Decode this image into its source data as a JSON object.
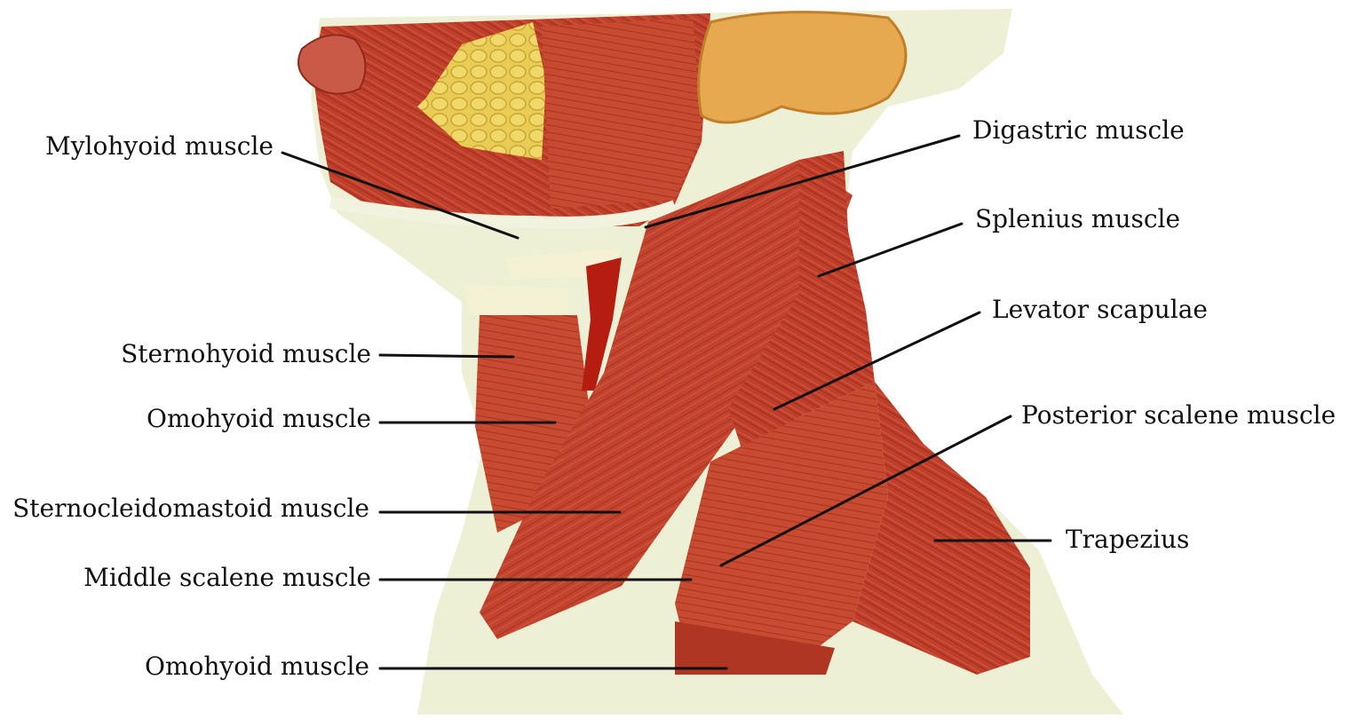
{
  "colors": {
    "muscle": "#c2442e",
    "muscle_dark": "#8f2a1a",
    "fascia": "#eef0d6",
    "fat": "#e8cc55",
    "ear": "#e7a94f",
    "line": "#111111"
  },
  "labels_left": [
    {
      "id": "mylohyoid",
      "text": "Mylohyoid muscle"
    },
    {
      "id": "sternohyoid",
      "text": "Sternohyoid muscle"
    },
    {
      "id": "omohyoid-upper",
      "text": "Omohyoid muscle"
    },
    {
      "id": "sternocleidomastoid",
      "text": "Sternocleidomastoid muscle"
    },
    {
      "id": "middle-scalene",
      "text": "Middle scalene muscle"
    },
    {
      "id": "omohyoid-lower",
      "text": "Omohyoid muscle"
    }
  ],
  "labels_right": [
    {
      "id": "digastric",
      "text": "Digastric muscle"
    },
    {
      "id": "splenius",
      "text": "Splenius muscle"
    },
    {
      "id": "levator-scapulae",
      "text": "Levator scapulae"
    },
    {
      "id": "posterior-scalene",
      "text": "Posterior scalene muscle"
    },
    {
      "id": "trapezius",
      "text": "Trapezius"
    }
  ]
}
